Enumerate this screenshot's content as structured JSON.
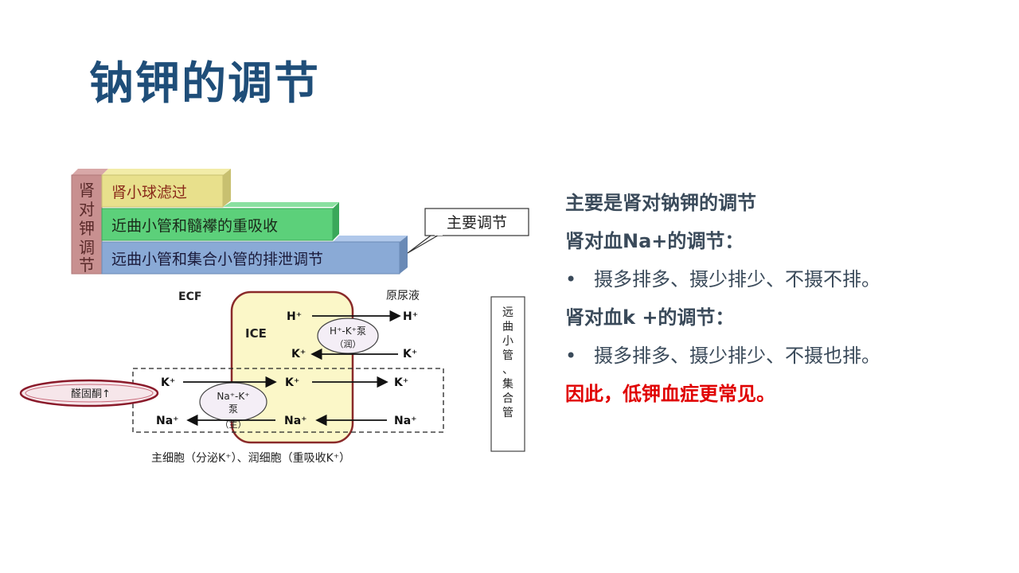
{
  "slide": {
    "title": "钠钾的调节"
  },
  "layers": {
    "side_label": "肾对钾调节",
    "side_chars": [
      "肾",
      "对",
      "钾",
      "调",
      "节"
    ],
    "layer1": "肾小球滤过",
    "layer2": "近曲小管和髓襻的重吸收",
    "layer3": "远曲小管和集合小管的排泄调节",
    "callout": "主要调节",
    "colors": {
      "side": "#c89090",
      "layer1": "#e8e08c",
      "layer2": "#5cd07a",
      "layer3": "#8aaad6"
    }
  },
  "cell_diagram": {
    "ecf": "ECF",
    "urine": "原尿液",
    "ice": "ICE",
    "pump_top": "H⁺-K⁺泵",
    "pump_top_sub": "（润）",
    "pump_bottom": "Na⁺-K⁺",
    "pump_bottom_2": "泵",
    "pump_bottom_sub": "（主）",
    "aldosterone": "醛固酮↑",
    "h1": "H⁺",
    "h2": "H⁺",
    "k_top_in": "K⁺",
    "k_top_out": "K⁺",
    "k_mid_left": "K⁺",
    "k_mid_center": "K⁺",
    "k_mid_right": "K⁺",
    "na_left": "Na⁺",
    "na_center": "Na⁺",
    "na_right": "Na⁺",
    "caption": "主细胞（分泌K⁺）、润细胞（重吸收K⁺）",
    "side_box_chars": [
      "远",
      "曲",
      "小",
      "管",
      "、",
      "集",
      "合",
      "管"
    ]
  },
  "right_panel": {
    "heading": "主要是肾对钠钾的调节",
    "na_heading": "肾对血Na+的调节：",
    "na_bullet": "摄多排多、摄少排少、不摄不排。",
    "k_heading": "肾对血k +的调节：",
    "k_bullet": "摄多排多、摄少排少、不摄也排。",
    "conclusion": "因此，低钾血症更常见。",
    "bullet_symbol": "•"
  }
}
